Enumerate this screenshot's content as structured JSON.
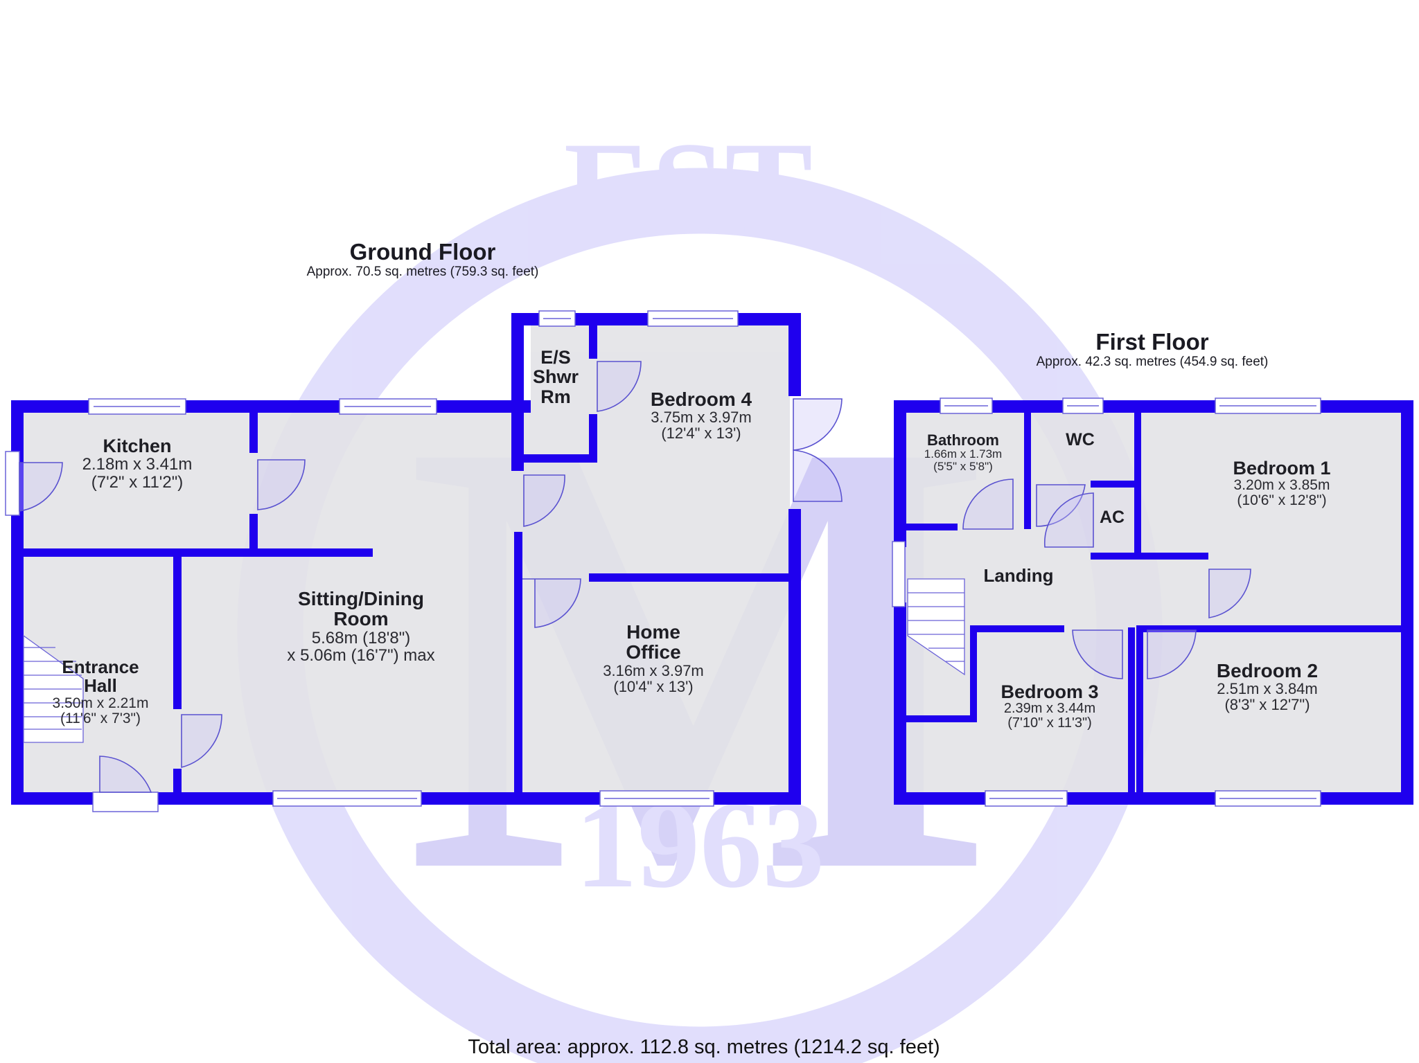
{
  "watermark": {
    "top_text": "EST.",
    "letter": "M",
    "year": "1963",
    "color": "#d9d6fb"
  },
  "colors": {
    "wall": "#1f00ee",
    "floor": "#e3e3e6",
    "door_line": "#5a52d0",
    "text": "#1e1e24"
  },
  "ground_floor": {
    "title": "Ground Floor",
    "area": "Approx. 70.5 sq. metres (759.3 sq. feet)",
    "rooms": [
      {
        "name": "Kitchen",
        "dim1": "2.18m x 3.41m",
        "dim2": "(7'2\" x 11'2\")"
      },
      {
        "name": "Sitting/Dining",
        "name2": "Room",
        "dim1": "5.68m (18'8\")",
        "dim2": "x 5.06m (16'7\") max"
      },
      {
        "name": "Entrance",
        "name2": "Hall",
        "dim1": "3.50m x 2.21m",
        "dim2": "(11'6\" x 7'3\")"
      },
      {
        "name": "E/S",
        "name2": "Shwr",
        "name3": "Rm"
      },
      {
        "name": "Bedroom 4",
        "dim1": "3.75m x 3.97m",
        "dim2": "(12'4\" x 13')"
      },
      {
        "name": "Home",
        "name2": "Office",
        "dim1": "3.16m x 3.97m",
        "dim2": "(10'4\" x 13')"
      }
    ]
  },
  "first_floor": {
    "title": "First Floor",
    "area": "Approx. 42.3 sq. metres (454.9 sq. feet)",
    "rooms": [
      {
        "name": "Bathroom",
        "dim1": "1.66m x 1.73m",
        "dim2": "(5'5\" x 5'8\")"
      },
      {
        "name": "WC"
      },
      {
        "name": "AC"
      },
      {
        "name": "Bedroom 1",
        "dim1": "3.20m x 3.85m",
        "dim2": "(10'6\" x 12'8\")"
      },
      {
        "name": "Landing"
      },
      {
        "name": "Bedroom 3",
        "dim1": "2.39m x 3.44m",
        "dim2": "(7'10\" x 11'3\")"
      },
      {
        "name": "Bedroom 2",
        "dim1": "2.51m x 3.84m",
        "dim2": "(8'3\" x 12'7\")"
      }
    ]
  },
  "total_area": "Total area: approx. 112.8 sq. metres (1214.2 sq. feet)"
}
